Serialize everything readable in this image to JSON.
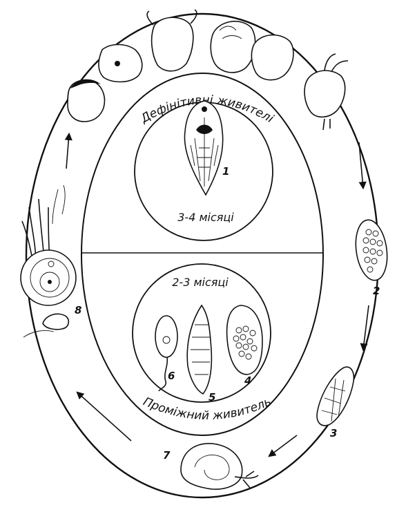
{
  "labels": {
    "definitive_hosts": "Дефінітивні живителі",
    "intermediate_host": "Проміжний живитель",
    "definitive_duration": "3-4 місяці",
    "intermediate_duration": "2-3 місяці"
  },
  "stage_numbers": {
    "s1": "1",
    "s2": "2",
    "s3": "3",
    "s4": "4",
    "s5": "5",
    "s6": "6",
    "s7": "7",
    "s8": "8"
  }
}
